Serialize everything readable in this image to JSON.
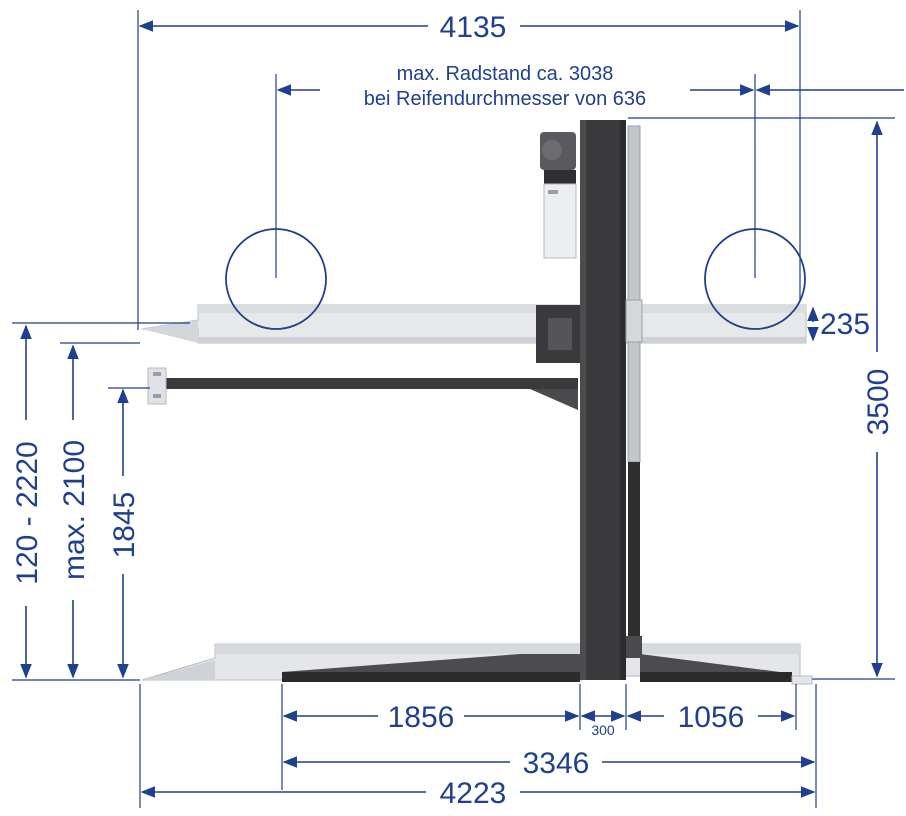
{
  "dimensions": {
    "total_top_width": "4135",
    "wheelbase_line1": "max. Radstand ca. 3038",
    "wheelbase_line2": "bei Reifendurchmesser von 636",
    "platform_thickness": "235",
    "total_height": "3500",
    "platform_height_range": "120 - 2220",
    "max_car_height": "max. 2100",
    "passage_height": "1845",
    "front_length": "1856",
    "column_width": "300",
    "rear_length": "1056",
    "base_length": "3346",
    "total_bottom_width": "4223"
  },
  "colors": {
    "dimension": "#1f3f8f",
    "column": "#3a3a3c",
    "platform": "#e6e8ea",
    "platform_edge": "#b9bcc0"
  }
}
